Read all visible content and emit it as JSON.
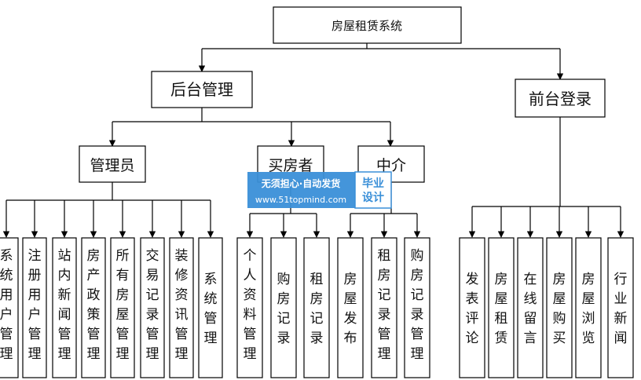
{
  "root": "房屋租赁系统",
  "backend": {
    "title": "后台管理",
    "admin": {
      "title": "管理员",
      "items": [
        "系统用户管理",
        "注册用户管理",
        "站内新闻管理",
        "房产政策管理",
        "所有房屋管理",
        "交易记录管理",
        "装修资讯管理",
        "系统管理"
      ]
    },
    "buyer": {
      "title": "买房者",
      "items": [
        "个人资料管理",
        "购房记录",
        "租房记录"
      ]
    },
    "agent": {
      "title": "中介",
      "items": [
        "房屋发布",
        "租房记录管理",
        "购房记录管理"
      ]
    }
  },
  "frontend": {
    "title": "前台登录",
    "items": [
      "发表评论",
      "房屋租赁",
      "在线留言",
      "房屋购买",
      "房屋浏览",
      "行业新闻"
    ]
  },
  "watermark": {
    "line1": "无须担心·自动发货",
    "line2": "www.51topmind.com",
    "badge": "毕业设计",
    "color": "#3a8fd8"
  }
}
